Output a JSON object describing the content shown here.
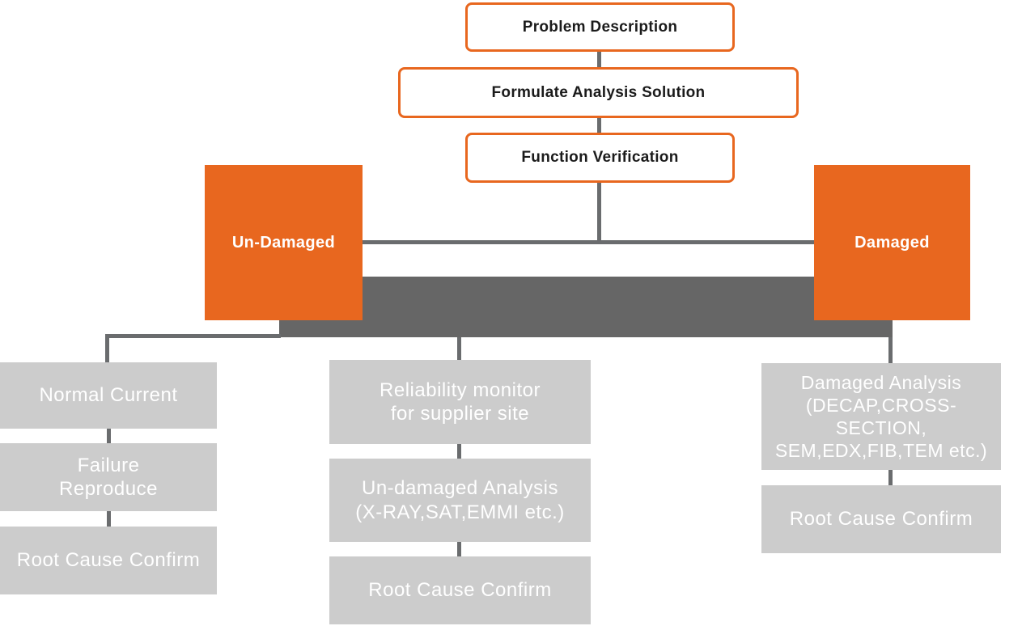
{
  "diagram": {
    "title_semantic": "Failure analysis process flowchart",
    "colors": {
      "accent_orange": "#E8671F",
      "merge_bar_gray": "#666666",
      "connector_gray": "#6A6C6E",
      "process_box_gray": "#CCCCCC",
      "top_box_text": "#1B1B1B",
      "box_text_white": "#FFFFFF"
    },
    "top_boxes": [
      {
        "label": "Problem Description"
      },
      {
        "label": "Formulate Analysis Solution"
      },
      {
        "label": "Function Verification"
      }
    ],
    "branches": [
      {
        "label": "Un-Damaged"
      },
      {
        "label": "Damaged"
      }
    ],
    "columns": [
      {
        "parent": "Un-Damaged",
        "boxes": [
          {
            "lines": [
              "Normal Current"
            ]
          },
          {
            "lines": [
              "Failure",
              "Reproduce"
            ]
          },
          {
            "lines": [
              "Root Cause Confirm"
            ]
          }
        ]
      },
      {
        "parent": "Un-Damaged",
        "boxes": [
          {
            "lines": [
              "Reliability monitor",
              "for supplier site"
            ]
          },
          {
            "lines": [
              "Un-damaged Analysis",
              "(X-RAY,SAT,EMMI etc.)"
            ]
          },
          {
            "lines": [
              "Root Cause Confirm"
            ]
          }
        ]
      },
      {
        "parent": "Damaged",
        "boxes": [
          {
            "lines": [
              "Damaged Analysis",
              "(DECAP,CROSS-SECTION,",
              "SEM,EDX,FIB,TEM etc.)"
            ]
          },
          {
            "lines": [
              "Root Cause Confirm"
            ]
          }
        ]
      }
    ]
  }
}
